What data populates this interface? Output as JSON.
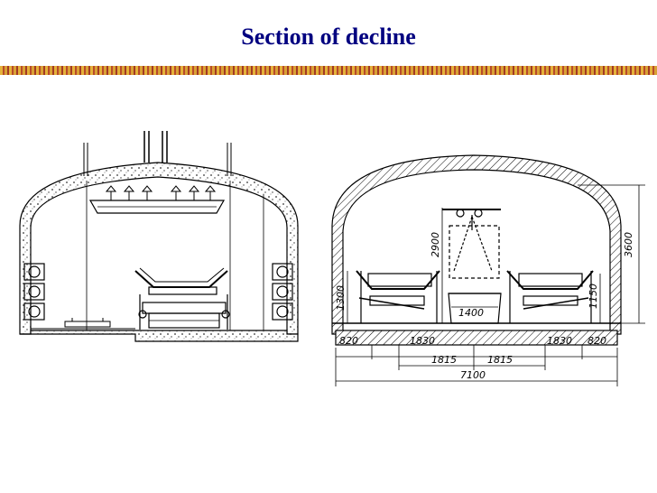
{
  "slide": {
    "title": "Section of decline",
    "accent_bar_colors": [
      "#e4b23a",
      "#b84a2a"
    ],
    "title_color": "#000080"
  },
  "right_section": {
    "dimensions": {
      "width_total": "7100",
      "left_margin": "820",
      "right_margin": "820",
      "left_conveyor_span": "1830",
      "right_conveyor_span": "1830",
      "center_left_span": "1815",
      "center_right_span": "1815",
      "car_width": "1400",
      "height_total": "3600",
      "crane_height": "2900",
      "left_conveyor_height": "1300",
      "right_conveyor_height": "1150"
    }
  }
}
